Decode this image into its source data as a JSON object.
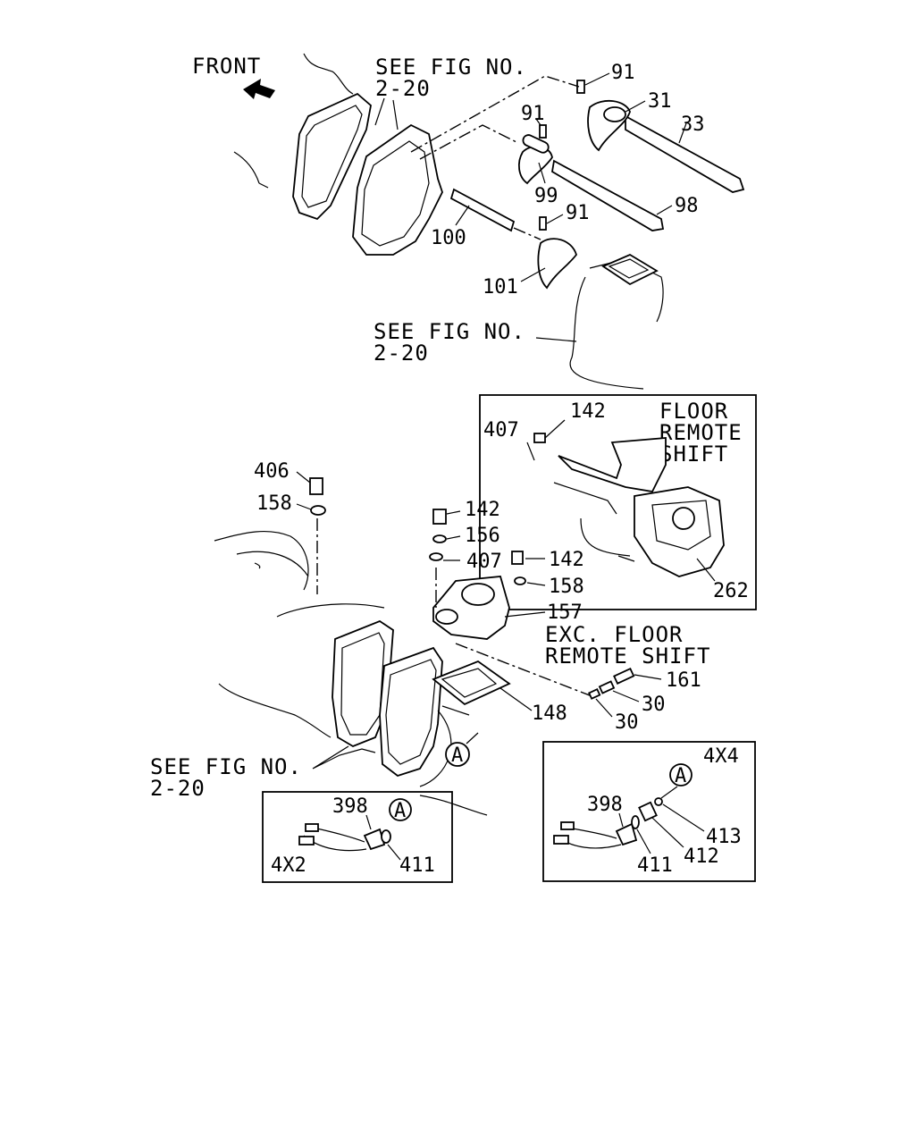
{
  "labels": {
    "front": "FRONT",
    "see_fig_top_1": "SEE FIG NO.",
    "see_fig_top_2": "2-20",
    "see_fig_mid_1": "SEE FIG NO.",
    "see_fig_mid_2": "2-20",
    "see_fig_bot_1": "SEE FIG NO.",
    "see_fig_bot_2": "2-20",
    "floor_1": "FLOOR",
    "floor_2": "REMOTE",
    "floor_3": "SHIFT",
    "exc_1": "EXC. FLOOR",
    "exc_2": "REMOTE SHIFT",
    "v4x2": "4X2",
    "v4x4": "4X4",
    "callout_a": "A"
  },
  "parts": {
    "p91a": "91",
    "p31": "31",
    "p33": "33",
    "p91b": "91",
    "p99": "99",
    "p98": "98",
    "p91c": "91",
    "p100": "100",
    "p101": "101",
    "p142a": "142",
    "p407a": "407",
    "p262": "262",
    "p406": "406",
    "p158a": "158",
    "p142b": "142",
    "p156": "156",
    "p407b": "407",
    "p142c": "142",
    "p158b": "158",
    "p157": "157",
    "p161": "161",
    "p30a": "30",
    "p30b": "30",
    "p148": "148",
    "p398a": "398",
    "p411a": "411",
    "p398b": "398",
    "p411b": "411",
    "p412": "412",
    "p413": "413"
  }
}
